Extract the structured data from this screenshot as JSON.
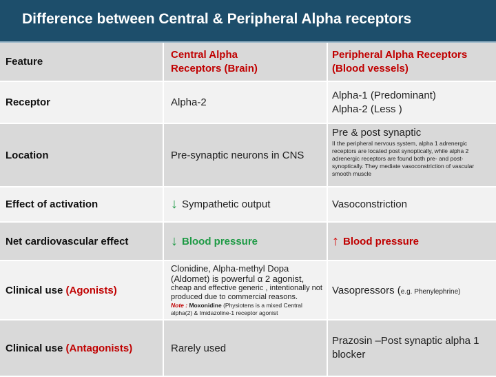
{
  "title": "Difference between  Central  & Peripheral Alpha receptors",
  "header": {
    "feature": "Feature",
    "central_line1": "Central Alpha",
    "central_line2": "Receptors (Brain)",
    "peripheral_line1": "Peripheral Alpha Receptors",
    "peripheral_line2": "(Blood vessels)"
  },
  "rows": {
    "receptor": {
      "feature": "Receptor",
      "central": "Alpha-2",
      "peripheral_line1": "Alpha-1 (Predominant)",
      "peripheral_line2": "Alpha-2 (Less )"
    },
    "location": {
      "feature": "Location",
      "central": "Pre-synaptic neurons in CNS",
      "peripheral_title": "Pre & post synaptic",
      "peripheral_detail": "II the peripheral nervous system, alpha 1 adrenergic receptors are located post synoptically, while alpha 2 adrenergic receptors are found both pre- and post-synoptically. They mediate vasoconstriction of vascular smooth muscle"
    },
    "effect": {
      "feature": "Effect of activation",
      "central_arrow": "↓",
      "central": "Sympathetic output",
      "peripheral": "Vasoconstriction"
    },
    "net": {
      "feature": "Net cardiovascular effect",
      "central_arrow": "↓",
      "central": "Blood pressure",
      "peripheral_arrow": "↑",
      "peripheral": "Blood pressure"
    },
    "agonists": {
      "feature_prefix": "Clinical use ",
      "feature_highlight": "(Agonists)",
      "central_main": "Clonidine, Alpha-methyl Dopa (Aldomet) is powerful α 2 agonist,",
      "central_sub": "cheap and effective generic , intentionally not produced due to commercial reasons.",
      "note_label": "Note :",
      "note_drug": "Moxonidine",
      "note_text": "(Physiotens is a mixed Central alpha(2) & Imidazoline-1 receptor agonist",
      "peripheral_main": "Vasopressors (",
      "peripheral_small": "e.g. Phenylephrine)"
    },
    "antagonists": {
      "feature_prefix": "Clinical use ",
      "feature_highlight": "(Antagonists)",
      "central": "Rarely used",
      "peripheral": "Prazosin –Post synaptic alpha 1 blocker"
    }
  },
  "colors": {
    "title_bg": "#1d4e6b",
    "row_grey": "#d9d9d9",
    "row_light": "#f2f2f2",
    "accent_red": "#c00000",
    "accent_green": "#1e9a45"
  }
}
